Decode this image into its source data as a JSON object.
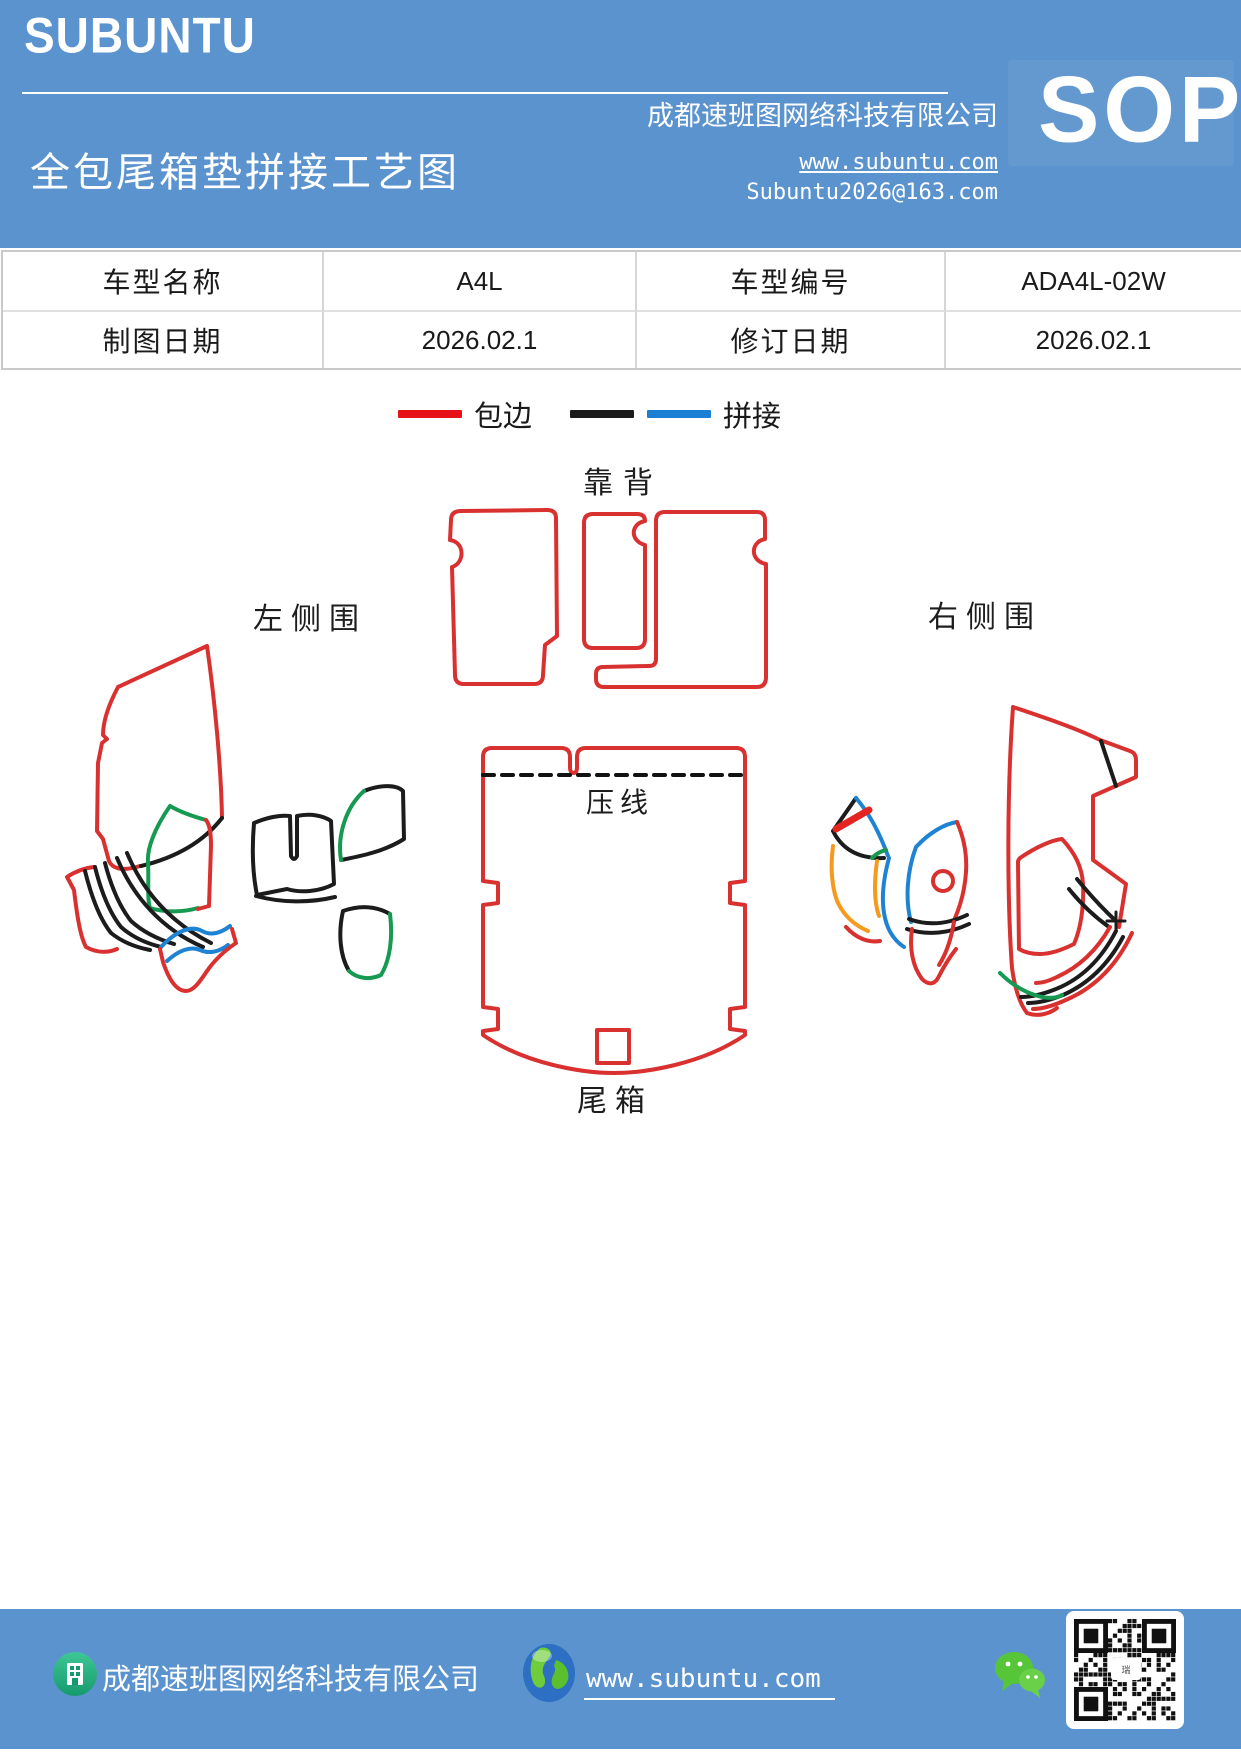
{
  "header": {
    "brand": "SUBUNTU",
    "title": "全包尾箱垫拼接工艺图",
    "company": "成都速班图网络科技有限公司",
    "website": "www.subuntu.com",
    "email": "Subuntu2026@163.com",
    "badge": "SOP",
    "bg_color": "#5b93ce"
  },
  "info_table": {
    "rows": [
      [
        "车型名称",
        "A4L",
        "车型编号",
        "ADA4L-02W"
      ],
      [
        "制图日期",
        "2026.02.1",
        "修订日期",
        "2026.02.1"
      ]
    ]
  },
  "legend": {
    "items": [
      {
        "label": "包边",
        "color": "#e81118",
        "style": "single-red-line"
      },
      {
        "label": "拼接",
        "colors": [
          "#1a1a1a",
          "#1a7fd5"
        ],
        "style": "black-and-blue-lines"
      }
    ]
  },
  "diagram": {
    "labels": {
      "backrest": "靠背",
      "left_side": "左侧围",
      "right_side": "右侧围",
      "press_line": "压线",
      "trunk": "尾箱"
    },
    "line_colors": {
      "edge_wrap_red": "#d8312f",
      "splice_black": "#1c1c1c",
      "splice_blue": "#1f83d3",
      "piece_green": "#169a52",
      "piece_orange": "#f59a1d"
    }
  },
  "footer": {
    "company": "成都速班图网络科技有限公司",
    "website": "www.subuntu.com",
    "icons": [
      "building-icon",
      "globe-icon",
      "wechat-icon",
      "qr-code"
    ]
  }
}
